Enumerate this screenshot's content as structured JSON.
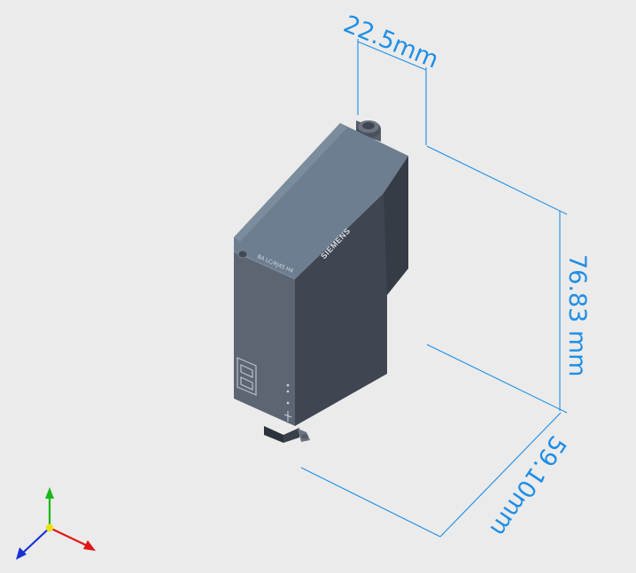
{
  "dimensions": {
    "width": "22.5mm",
    "height": "76.83 mm",
    "depth": "59.10mm"
  },
  "device": {
    "brand": "SIEMENS",
    "model": "BA LC/RJ45 H4"
  },
  "colors": {
    "background": "#ebebeb",
    "dimension_line": "#1e8ee6",
    "housing_top": "#6e7f91",
    "housing_front": "#5d6673",
    "housing_side": "#3f4652",
    "axis_x": "#e01818",
    "axis_y": "#18b818",
    "axis_z": "#1830d8",
    "axis_origin": "#f0e010"
  },
  "icons": {
    "axis_triad": "xyz-axis-triad-icon"
  }
}
